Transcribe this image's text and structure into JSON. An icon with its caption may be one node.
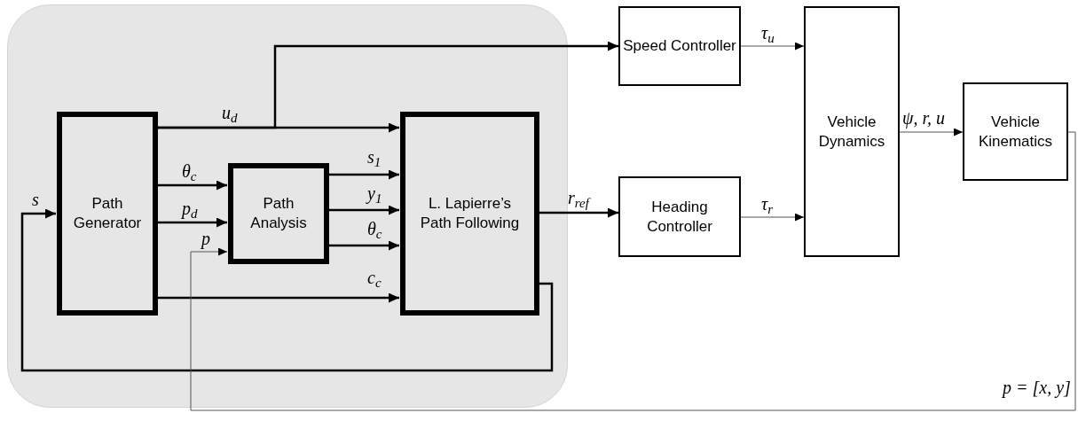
{
  "diagram": {
    "nodes": [
      {
        "text": [],
        "shape": "box"
      },
      {
        "text": [
          "Path Generator"
        ],
        "in": 0
      },
      {
        "text": [
          "Path Analysis"
        ],
        "in": 0
      },
      {
        "text": [
          "L. Lapierre’s Path Following"
        ],
        "in": 0
      },
      {
        "text": [
          "Speed Controller"
        ]
      },
      {
        "text": [
          "Heading Controller"
        ]
      },
      {
        "text": [
          "Vehicle Dynamics"
        ]
      },
      {
        "text": [
          "Vehicle Kinematics"
        ]
      }
    ],
    "edges": [
      {
        "from": 1,
        "to": 3,
        "arrow": "to",
        "label": "u$_{d}$"
      },
      {
        "from": 1,
        "to": 4,
        "arrow": "to"
      },
      {
        "from": 1,
        "to": 2,
        "arrow": "to",
        "label": "θ$_{c}$"
      },
      {
        "from": 1,
        "to": 2,
        "arrow": "to",
        "label": "p$_{d}$"
      },
      {
        "from": 1,
        "to": 3,
        "arrow": "to",
        "label": "c$_{c}$"
      },
      {
        "from": 2,
        "to": 3,
        "arrow": "to",
        "label": "s$_{1}$"
      },
      {
        "from": 2,
        "to": 3,
        "arrow": "to",
        "label": "y$_{1}$"
      },
      {
        "from": 2,
        "to": 3,
        "arrow": "to",
        "label": "θ$_{c}$"
      },
      {
        "from": 3,
        "to": 1,
        "arrow": "to",
        "label": "s"
      },
      {
        "from": 3,
        "to": 5,
        "arrow": "to",
        "label": "r$_{ref}$"
      },
      {
        "from": 4,
        "to": 6,
        "arrow": "to",
        "label": "τ$_{u}$",
        "color": "#555555"
      },
      {
        "from": 5,
        "to": 6,
        "arrow": "to",
        "label": "τ$_{r}$",
        "color": "#555555"
      },
      {
        "from": 6,
        "to": 7,
        "arrow": "to",
        "label": "ψ, r, u",
        "color": "#555555"
      },
      {
        "from": 7,
        "to": 2,
        "arrow": "to",
        "label": "p = [x, y]",
        "color": "#555555"
      }
    ],
    "labels": [
      "p"
    ]
  }
}
